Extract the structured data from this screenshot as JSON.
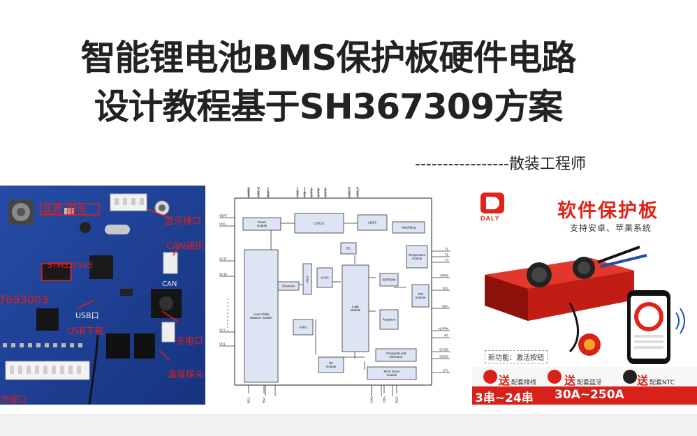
{
  "title_line1": "智能锂电池BMS保护板硬件电路",
  "title_line2": "设计教程基于SH367309方案",
  "author": "-----------------散装工程师",
  "left_photo": {
    "labels": [
      "品质 服务",
      "蓝牙接口",
      "CAN通讯",
      "CAN",
      "STM32F103",
      "7693003",
      "USB口",
      "USB下载",
      "充电口",
      "温度探头",
      "池接口"
    ]
  },
  "diagram": {
    "top_pins": [
      "MODE",
      "LDO_EN",
      "BHP",
      "VCC",
      "V11",
      "CAP1",
      "CAP2",
      "CAP3",
      "LDO_O",
      "LDO_P"
    ],
    "blocks": [
      "Power module",
      "LDO1/2",
      "LDO3",
      "WatchDog",
      "RC",
      "Temperature module",
      "Level shift& Balance module",
      "Channels",
      "MUX",
      "VADC",
      "EEPROM",
      "Logic Module",
      "TWI module",
      "Registers",
      "CADC",
      "Charger&Load Detection",
      "OC module",
      "MOS Driver module"
    ],
    "left_pins": [
      "VBAT",
      "VSS",
      "VC17",
      "VC16",
      "VC2",
      "VC1"
    ],
    "right_pins": [
      "T1",
      "T2",
      "T3",
      "VPRO",
      "SCL",
      "SDA",
      "ALARM",
      "PF",
      "CHGD",
      "DSGD",
      "CTL"
    ],
    "bottom_pins": [
      "RS1",
      "RS2",
      "CHG",
      "CHG",
      "DSG"
    ]
  },
  "product": {
    "brand": "DALY",
    "headline": "软件保护板",
    "subheadline": "支持安卓、苹果系统",
    "note": "新功能：激活按钮",
    "gifts": [
      {
        "prefix": "送",
        "text": "配套排线"
      },
      {
        "prefix": "送",
        "text": "配套蓝牙"
      },
      {
        "prefix": "送",
        "text": "配套NTC"
      }
    ],
    "spec_series": "3串~24串",
    "spec_current": "30A~250A",
    "colors": {
      "brand_red": "#e2231a",
      "banner_red": "#d8211a"
    }
  }
}
